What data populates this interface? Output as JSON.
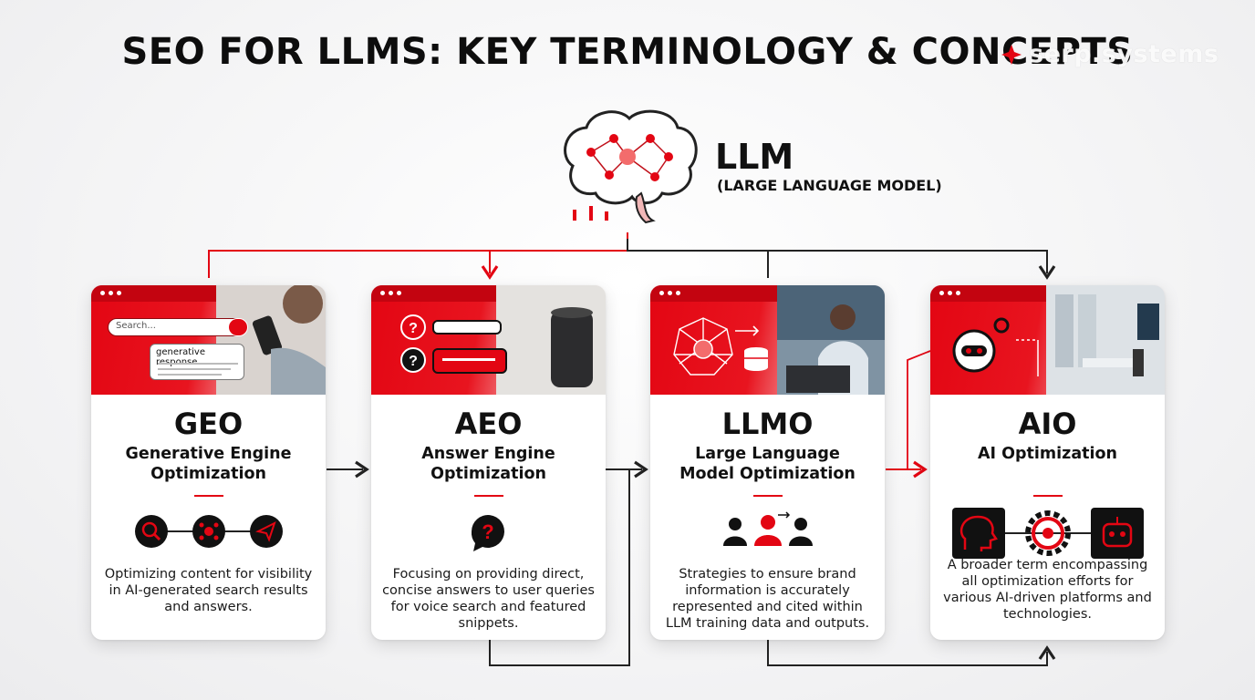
{
  "title": "SEO FOR LLMS: KEY TERMINOLOGY & CONCEPTS",
  "watermark": "serp.systems",
  "colors": {
    "accent": "#e30613",
    "text": "#111111",
    "connector": "#222222"
  },
  "center": {
    "title": "LLM",
    "subtitle": "(LARGE LANGUAGE MODEL)",
    "icon": "brain-network-icon"
  },
  "cards": [
    {
      "id": "geo",
      "acronym": "GEO",
      "name_line1": "Generative Engine",
      "name_line2": "Optimization",
      "header_search_placeholder": "Search...",
      "header_bubble": "generative response",
      "icons": [
        "search-icon",
        "network-node-icon",
        "send-icon"
      ],
      "description": "Optimizing content for visibility in AI-generated search results and answers."
    },
    {
      "id": "aeo",
      "acronym": "AEO",
      "name_line1": "Answer Engine",
      "name_line2": "Optimization",
      "icons": [
        "question-bubble-icon"
      ],
      "description": "Focusing on providing direct, concise answers to user queries for voice search and featured snippets."
    },
    {
      "id": "llmo",
      "acronym": "LLMO",
      "name_line1": "Large Language",
      "name_line2": "Model Optimization",
      "icons": [
        "people-group-icon"
      ],
      "description": "Strategies to ensure brand information is accurately represented and cited within LLM training data and outputs."
    },
    {
      "id": "aio",
      "acronym": "AIO",
      "name_line1": "AI Optimization",
      "name_line2": "",
      "icons": [
        "brain-head-icon",
        "gear-icon",
        "robot-icon"
      ],
      "description": "A broader term encompassing all optimization efforts for various AI-driven platforms and technologies."
    }
  ]
}
